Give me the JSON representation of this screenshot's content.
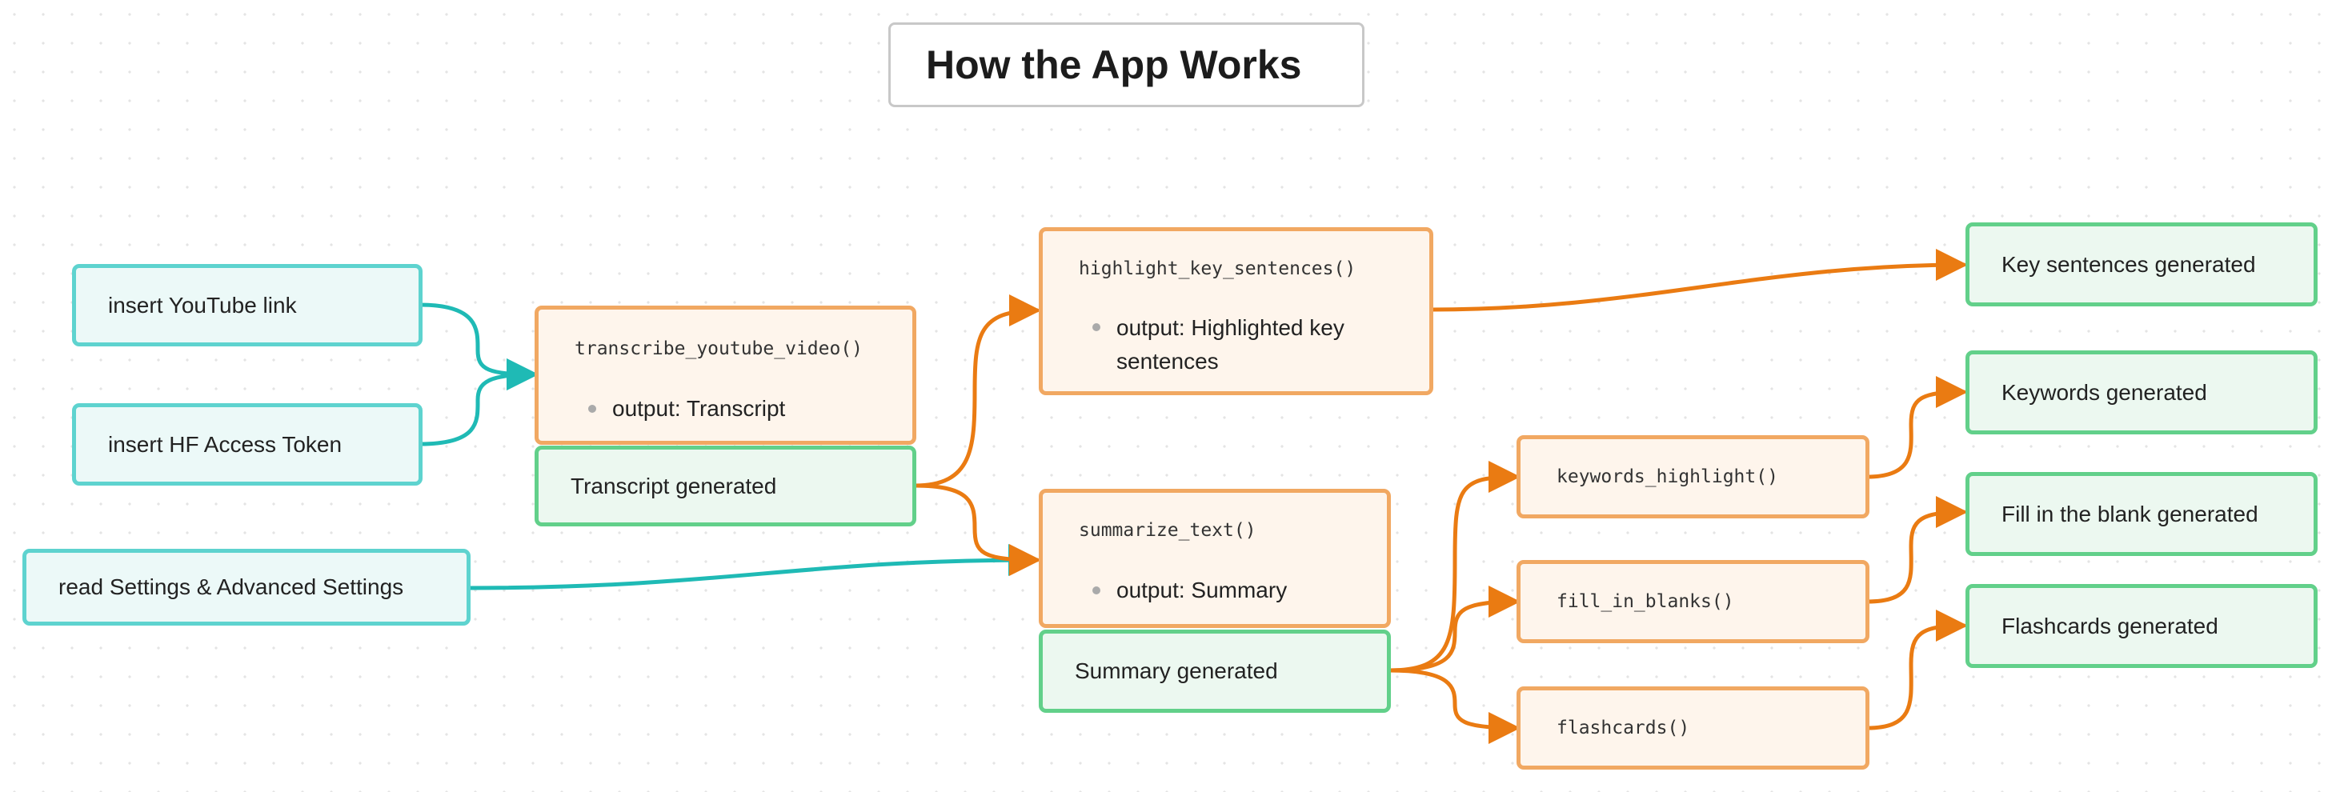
{
  "title": "How the App Works",
  "inputs": {
    "youtube_link": "insert YouTube link",
    "hf_token": "insert HF Access Token",
    "settings": "read Settings & Advanced Settings"
  },
  "functions": {
    "transcribe": {
      "name": "transcribe_youtube_video()",
      "output": "output: Transcript"
    },
    "highlight": {
      "name": "highlight_key_sentences()",
      "output_line1": "output: Highlighted key",
      "output_line2": "sentences"
    },
    "summarize": {
      "name": "summarize_text()",
      "output": "output: Summary"
    },
    "keywords": {
      "name": "keywords_highlight()"
    },
    "fill_blanks": {
      "name": "fill_in_blanks()"
    },
    "flashcards": {
      "name": "flashcards()"
    }
  },
  "results": {
    "transcript": "Transcript generated",
    "summary": "Summary generated",
    "key_sentences": "Key sentences generated",
    "keywords": "Keywords generated",
    "fill_blank": "Fill in the blank generated",
    "flashcards": "Flashcards generated"
  },
  "colors": {
    "input_border": "#5ed3cf",
    "input_fill": "#ecf9f8",
    "function_border": "#f1a862",
    "function_fill": "#fef5ec",
    "result_border": "#62d08a",
    "result_fill": "#ecf8f0",
    "teal_arrow": "#1fbab5",
    "orange_arrow": "#ea7b12"
  }
}
